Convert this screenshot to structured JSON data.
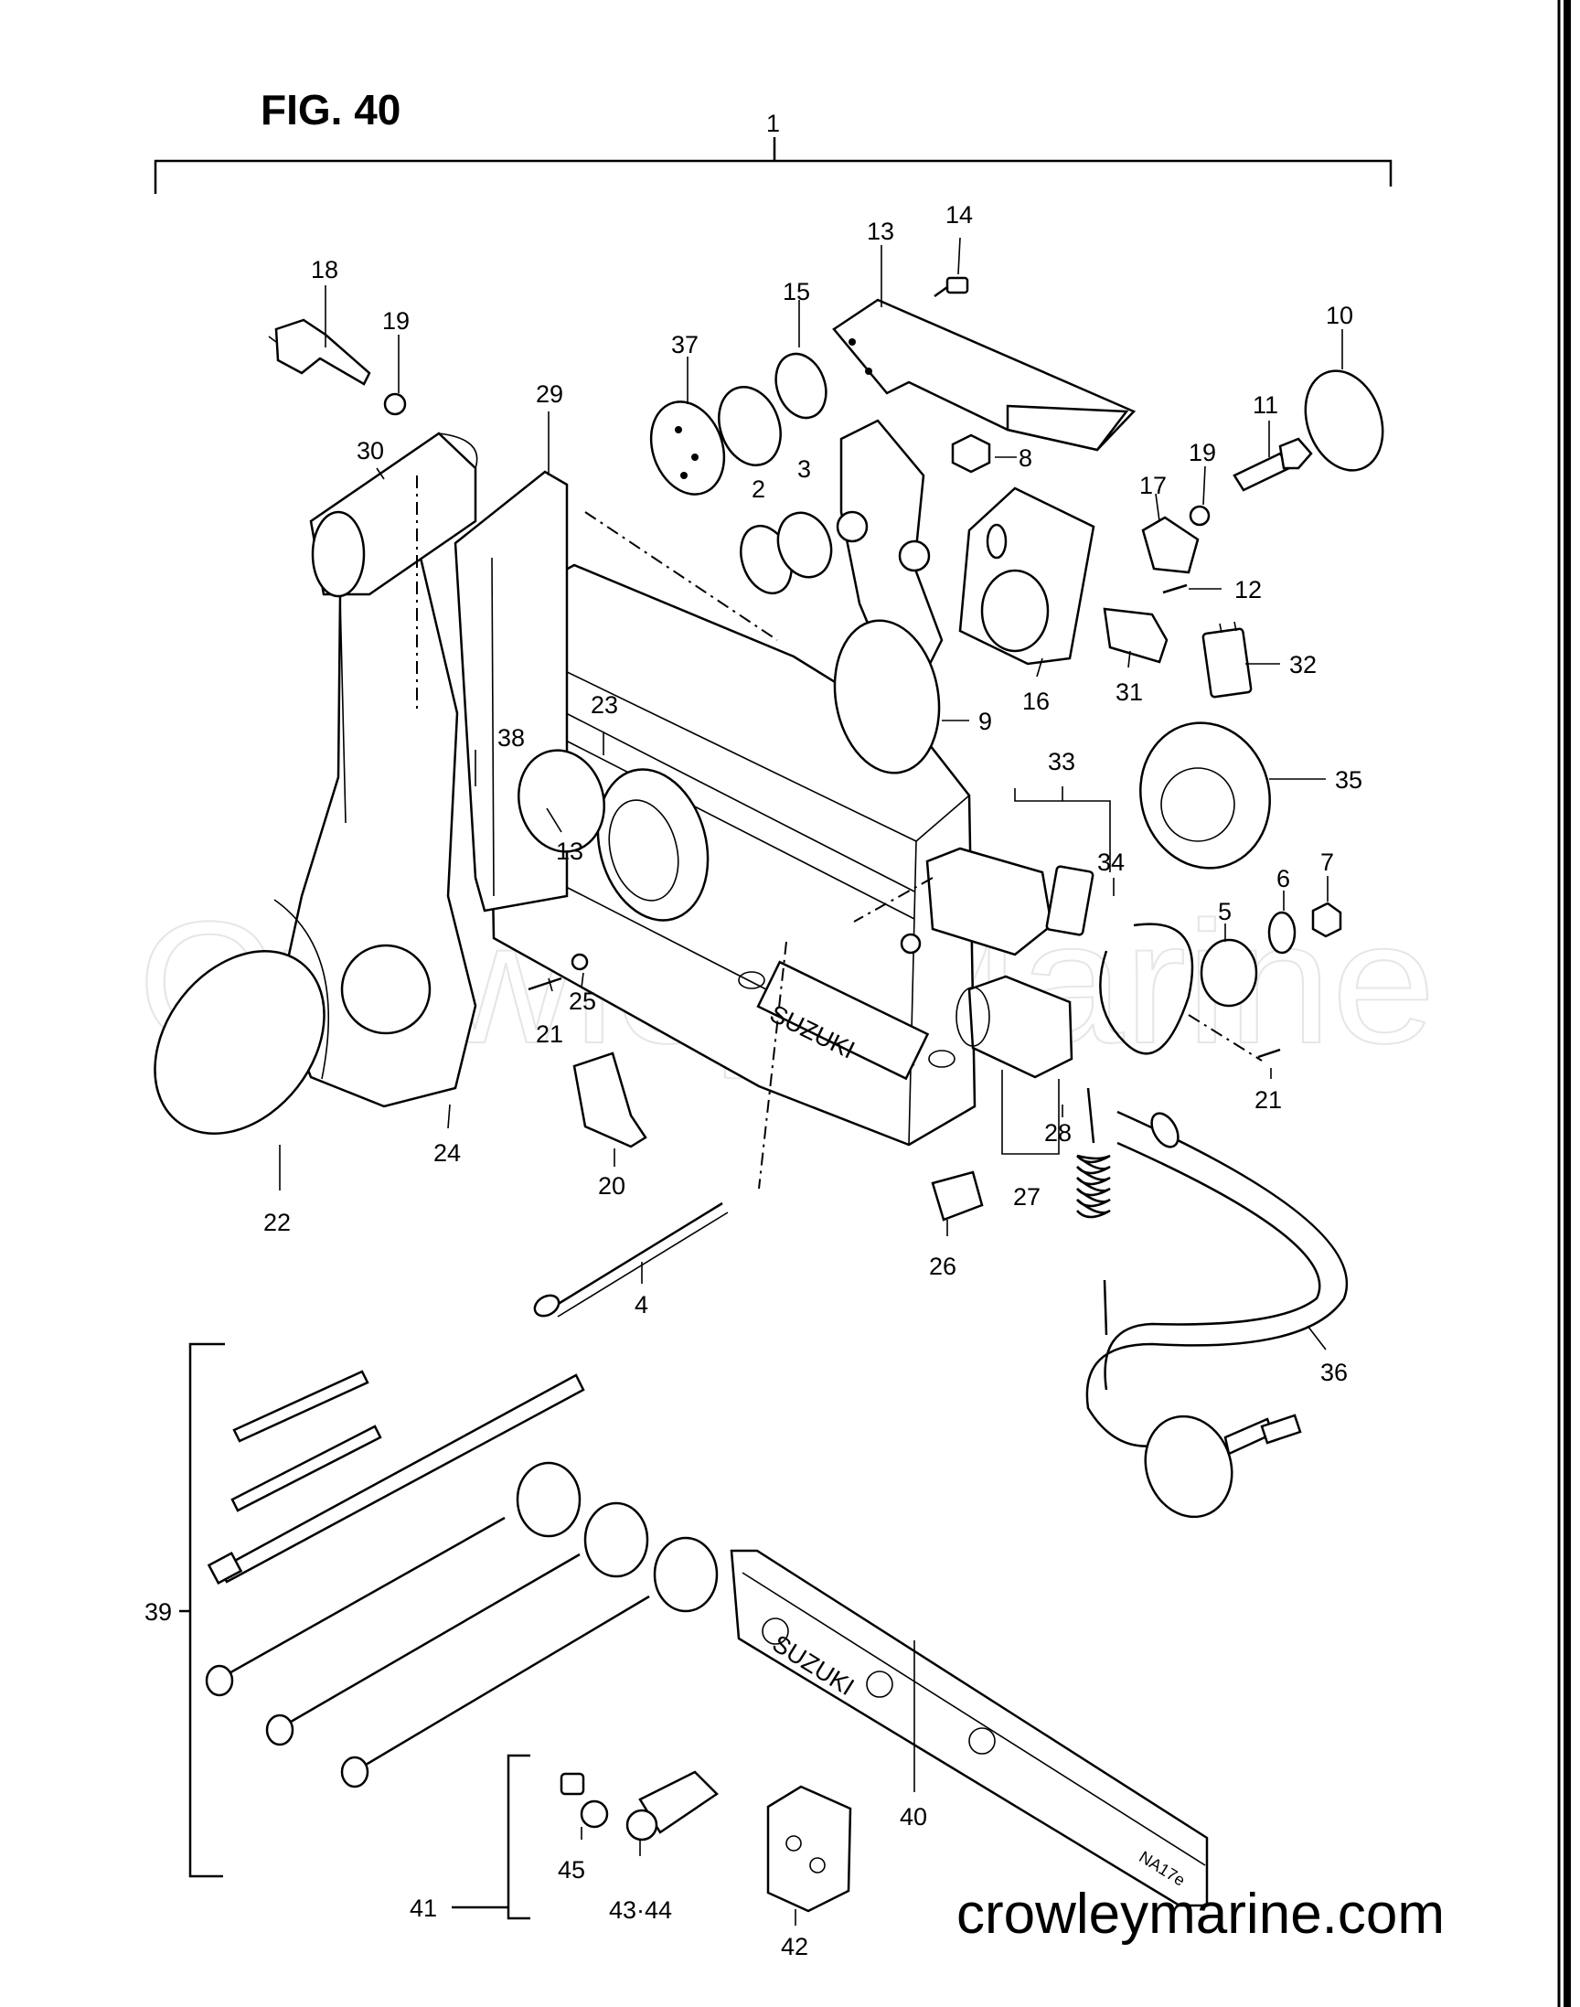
{
  "figure": {
    "title": "FIG. 40",
    "watermark": "Crowley Marine",
    "site": "crowleymarine.com"
  },
  "callouts": [
    {
      "id": "c1",
      "text": "1"
    },
    {
      "id": "c2",
      "text": "2"
    },
    {
      "id": "c3",
      "text": "3"
    },
    {
      "id": "c4",
      "text": "4"
    },
    {
      "id": "c5",
      "text": "5"
    },
    {
      "id": "c6",
      "text": "6"
    },
    {
      "id": "c7",
      "text": "7"
    },
    {
      "id": "c8",
      "text": "8"
    },
    {
      "id": "c9",
      "text": "9"
    },
    {
      "id": "c10",
      "text": "10"
    },
    {
      "id": "c11",
      "text": "11"
    },
    {
      "id": "c12",
      "text": "12"
    },
    {
      "id": "c13a",
      "text": "13"
    },
    {
      "id": "c13b",
      "text": "13"
    },
    {
      "id": "c14",
      "text": "14"
    },
    {
      "id": "c15",
      "text": "15"
    },
    {
      "id": "c16",
      "text": "16"
    },
    {
      "id": "c17",
      "text": "17"
    },
    {
      "id": "c18",
      "text": "18"
    },
    {
      "id": "c19a",
      "text": "19"
    },
    {
      "id": "c19b",
      "text": "19"
    },
    {
      "id": "c20",
      "text": "20"
    },
    {
      "id": "c21a",
      "text": "21"
    },
    {
      "id": "c21b",
      "text": "21"
    },
    {
      "id": "c22",
      "text": "22"
    },
    {
      "id": "c23",
      "text": "23"
    },
    {
      "id": "c24",
      "text": "24"
    },
    {
      "id": "c25",
      "text": "25"
    },
    {
      "id": "c26",
      "text": "26"
    },
    {
      "id": "c27",
      "text": "27"
    },
    {
      "id": "c28",
      "text": "28"
    },
    {
      "id": "c29",
      "text": "29"
    },
    {
      "id": "c30",
      "text": "30"
    },
    {
      "id": "c31",
      "text": "31"
    },
    {
      "id": "c32",
      "text": "32"
    },
    {
      "id": "c33",
      "text": "33"
    },
    {
      "id": "c34",
      "text": "34"
    },
    {
      "id": "c35",
      "text": "35"
    },
    {
      "id": "c36",
      "text": "36"
    },
    {
      "id": "c37",
      "text": "37"
    },
    {
      "id": "c38",
      "text": "38"
    },
    {
      "id": "c39",
      "text": "39"
    },
    {
      "id": "c40",
      "text": "40"
    },
    {
      "id": "c41",
      "text": "41"
    },
    {
      "id": "c42",
      "text": "42"
    },
    {
      "id": "c43",
      "text": "43·44"
    },
    {
      "id": "c45",
      "text": "45"
    }
  ],
  "decals": {
    "box_brand": "SUZUKI",
    "plate_brand": "SUZUKI",
    "plate_code": "NA17e"
  }
}
